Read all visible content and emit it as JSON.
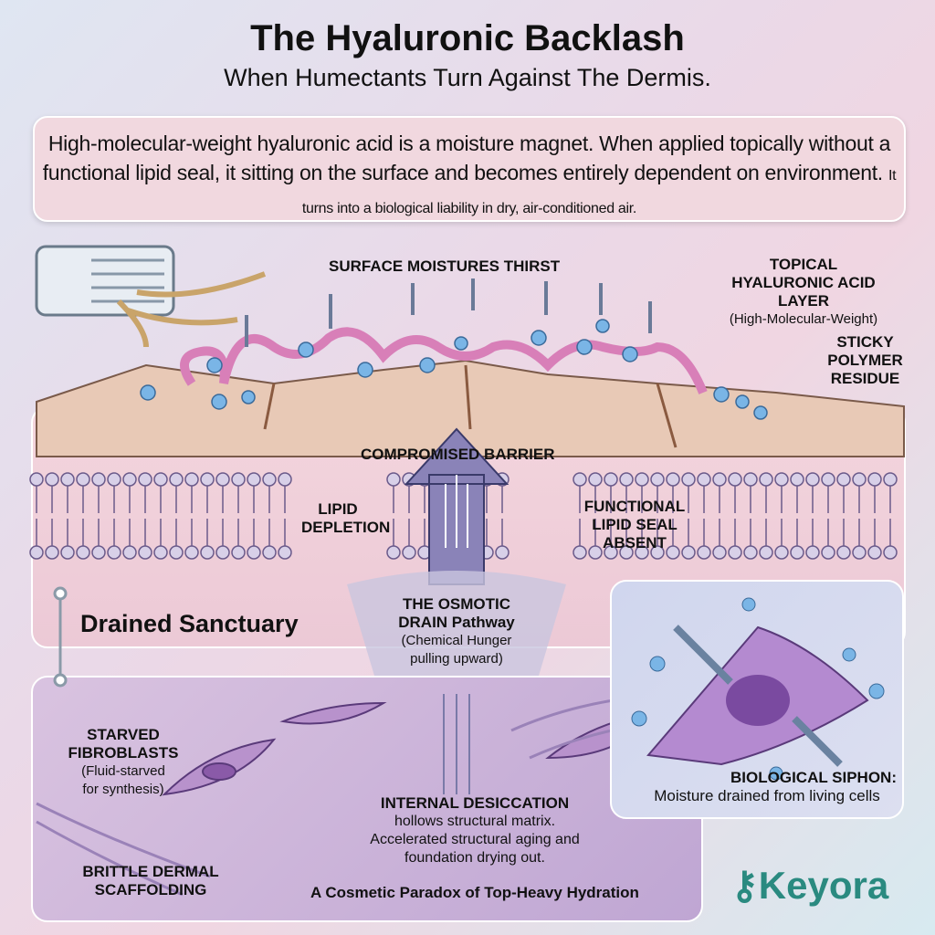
{
  "title": "The Hyaluronic Backlash",
  "subtitle": "When Humectants Turn Against The Dermis.",
  "intro": {
    "main": "High-molecular-weight hyaluronic acid is a moisture magnet. When applied topically without a functional lipid seal, it sitting on the surface and becomes entirely dependent on environment.",
    "small": "It turns into a biological liability in dry, air-conditioned air."
  },
  "labels": {
    "surface_thirst": "SURFACE MOISTURES THIRST",
    "topical_ha": "TOPICAL HYALURONIC ACID LAYER",
    "topical_ha_note": "(High-Molecular-Weight)",
    "sticky": "STICKY POLYMER RESIDUE",
    "compromised": "COMPROMISED BARRIER",
    "lipid_depletion": "LIPID DEPLETION",
    "lipid_seal": "FUNCTIONAL LIPID SEAL ABSENT",
    "drained": "Drained Sanctuary",
    "osmotic": "THE OSMOTIC DRAIN Pathway",
    "osmotic_note": "(Chemical Hunger pulling upward)",
    "starved": "STARVED FIBROBLASTS",
    "starved_note": "(Fluid-starved for synthesis)",
    "desiccation": "INTERNAL DESICCATION",
    "desiccation_note": "hollows structural matrix. Accelerated structural aging and foundation drying out.",
    "brittle": "BRITTLE DERMAL SCAFFOLDING",
    "paradox": "A Cosmetic Paradox of Top-Heavy Hydration",
    "siphon": "BIOLOGICAL SIPHON:",
    "siphon_note": "Moisture drained from living cells"
  },
  "logo": "Keyora",
  "colors": {
    "accent": "#8a6bb0",
    "teal": "#2a8a80",
    "pink": "#f1d8df"
  }
}
